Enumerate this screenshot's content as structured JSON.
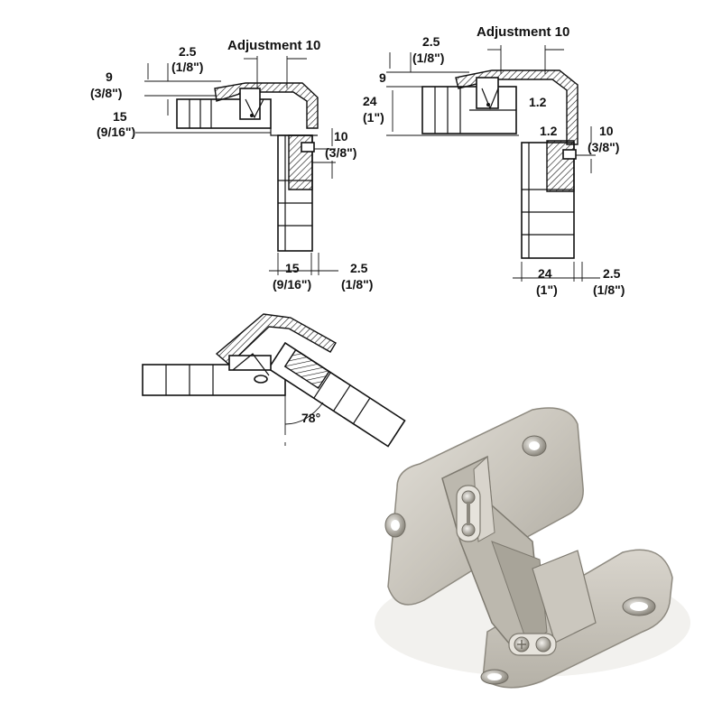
{
  "diagram_1": {
    "adjustment": "Adjustment 10",
    "top_offset_mm": "2.5",
    "top_offset_in": "(1/8\")",
    "left_small_mm": "9",
    "left_small_in": "(3/8\")",
    "left_large_mm": "15",
    "left_large_in": "(9/16\")",
    "right_mm": "10",
    "right_in": "(3/8\")",
    "bottom_width_mm": "15",
    "bottom_width_in": "(9/16\")",
    "bottom_gap_mm": "2.5",
    "bottom_gap_in": "(1/8\")"
  },
  "diagram_2": {
    "adjustment": "Adjustment 10",
    "top_offset_mm": "2.5",
    "top_offset_in": "(1/8\")",
    "left_small_mm": "9",
    "left_large_mm": "24",
    "left_large_in": "(1\")",
    "inner_a": "1.2",
    "inner_b": "1.2",
    "right_mm": "10",
    "right_in": "(3/8\")",
    "bottom_width_mm": "24",
    "bottom_width_in": "(1\")",
    "bottom_gap_mm": "2.5",
    "bottom_gap_in": "(1/8\")"
  },
  "diagram_3": {
    "angle": "78°"
  },
  "photo": {
    "subject": "hinge-photo",
    "color": "#c8c4bb"
  }
}
